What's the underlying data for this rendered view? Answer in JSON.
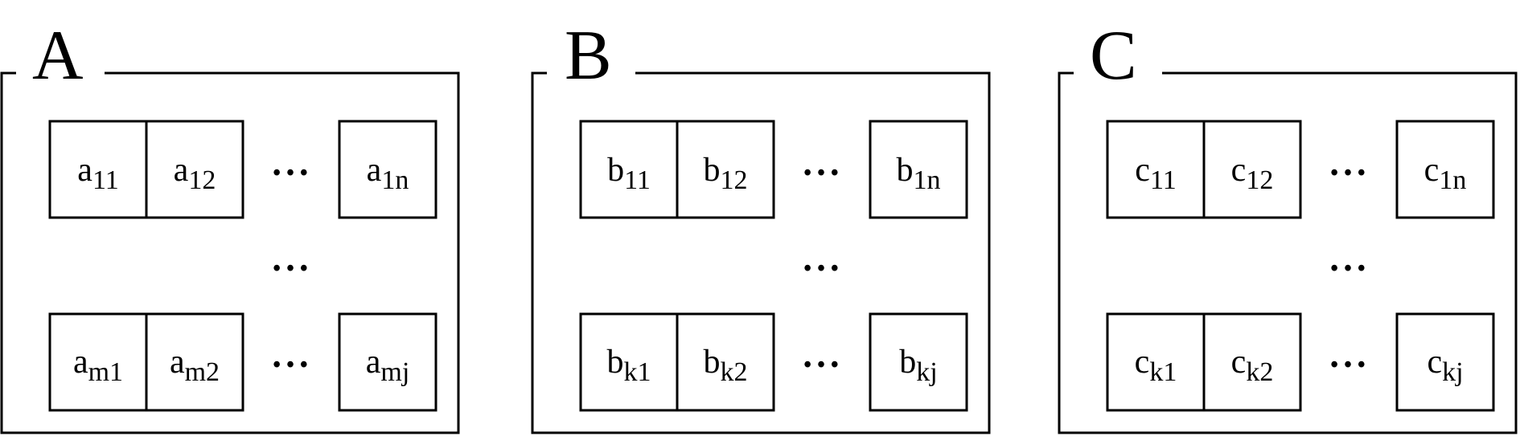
{
  "diagram": {
    "colors": {
      "stroke": "#000000",
      "background": "#ffffff"
    },
    "dots": "• • •",
    "panels": [
      {
        "title": "A",
        "rows": [
          {
            "cells": [
              {
                "base": "a",
                "sub": "11"
              },
              {
                "base": "a",
                "sub": "12"
              },
              {
                "base": "a",
                "sub": "1n"
              }
            ]
          },
          {
            "cells": [
              {
                "base": "a",
                "sub": "m1"
              },
              {
                "base": "a",
                "sub": "m2"
              },
              {
                "base": "a",
                "sub": "mj"
              }
            ]
          }
        ]
      },
      {
        "title": "B",
        "rows": [
          {
            "cells": [
              {
                "base": "b",
                "sub": "11"
              },
              {
                "base": "b",
                "sub": "12"
              },
              {
                "base": "b",
                "sub": "1n"
              }
            ]
          },
          {
            "cells": [
              {
                "base": "b",
                "sub": "k1"
              },
              {
                "base": "b",
                "sub": "k2"
              },
              {
                "base": "b",
                "sub": "kj"
              }
            ]
          }
        ]
      },
      {
        "title": "C",
        "rows": [
          {
            "cells": [
              {
                "base": "c",
                "sub": "11"
              },
              {
                "base": "c",
                "sub": "12"
              },
              {
                "base": "c",
                "sub": "1n"
              }
            ]
          },
          {
            "cells": [
              {
                "base": "c",
                "sub": "k1"
              },
              {
                "base": "c",
                "sub": "k2"
              },
              {
                "base": "c",
                "sub": "kj"
              }
            ]
          }
        ]
      }
    ]
  }
}
